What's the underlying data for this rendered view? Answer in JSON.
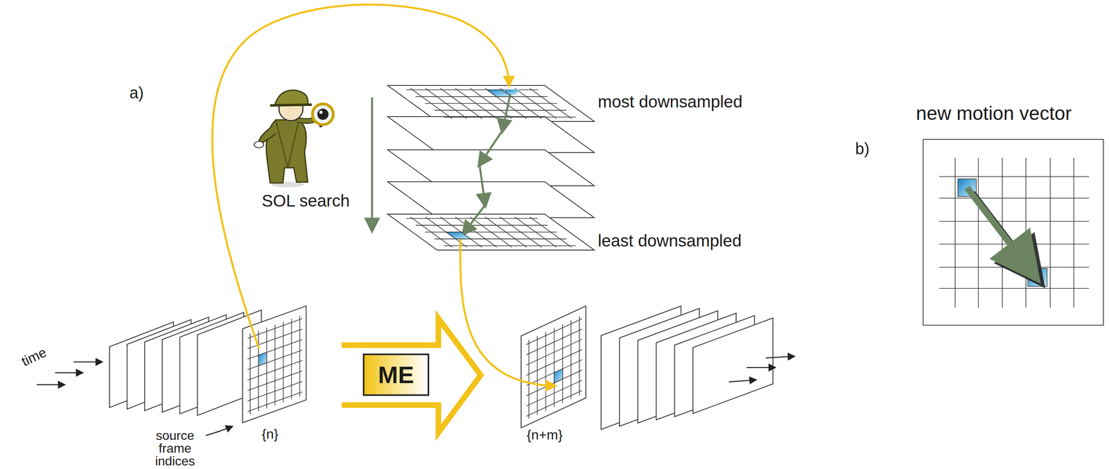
{
  "diagram": {
    "nodes": [
      {
        "text": [
          "ME"
        ]
      }
    ],
    "labels": [
      "a)",
      "SOL search",
      "most downsampled",
      "least downsampled",
      "time",
      "{n}",
      "source frame indices",
      "{n+m}",
      "b)",
      "new motion vector"
    ]
  }
}
